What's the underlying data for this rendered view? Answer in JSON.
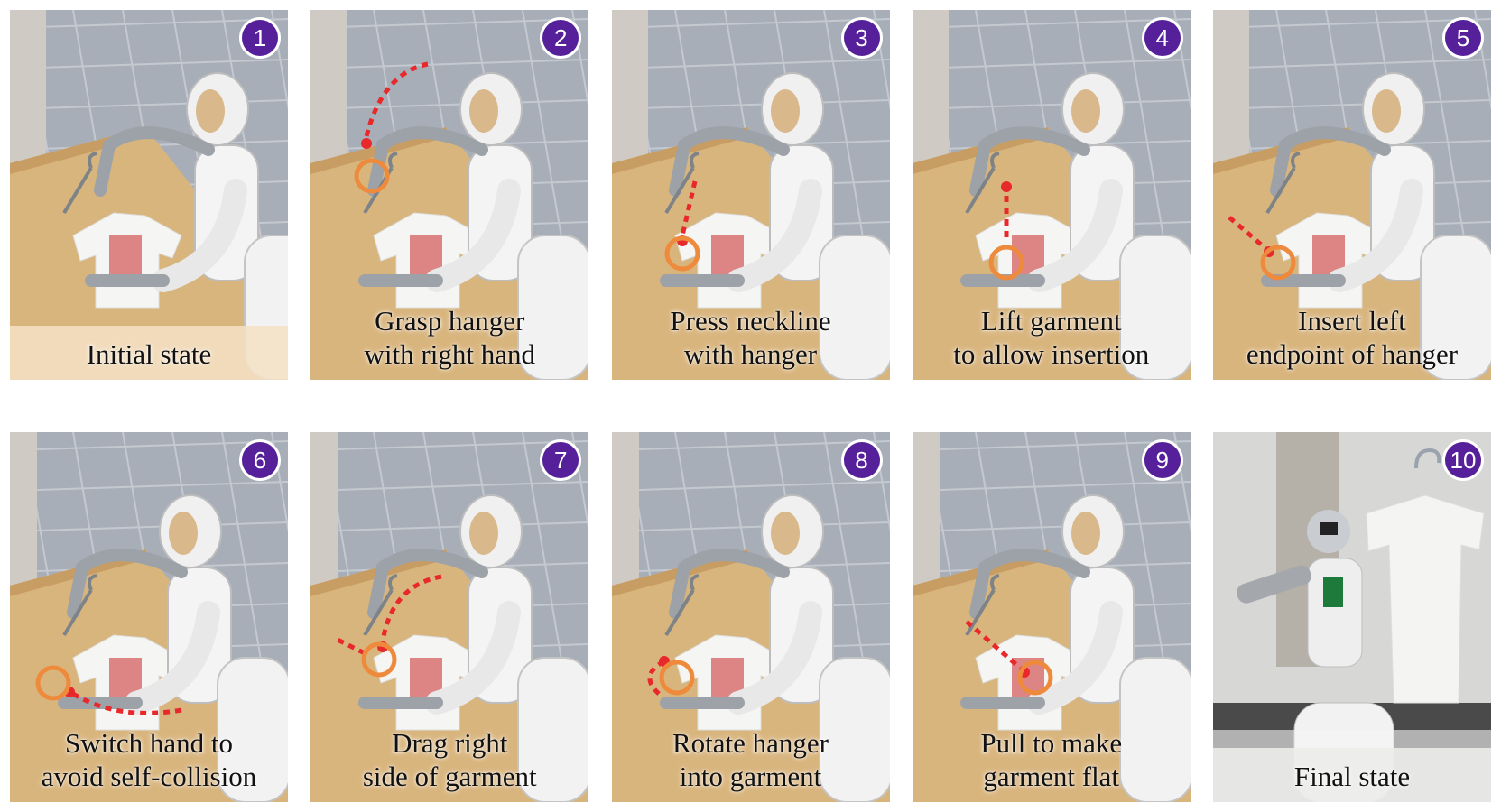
{
  "figure": {
    "panels": [
      {
        "number": "1",
        "lines": [
          "Initial state"
        ]
      },
      {
        "number": "2",
        "lines": [
          "Grasp hanger",
          "with right hand"
        ]
      },
      {
        "number": "3",
        "lines": [
          "Press neckline",
          "with hanger"
        ]
      },
      {
        "number": "4",
        "lines": [
          "Lift garment",
          "to allow insertion"
        ]
      },
      {
        "number": "5",
        "lines": [
          "Insert left",
          "endpoint of hanger"
        ]
      },
      {
        "number": "6",
        "lines": [
          "Switch hand to",
          "avoid self-collision"
        ]
      },
      {
        "number": "7",
        "lines": [
          "Drag right",
          "side of garment"
        ]
      },
      {
        "number": "8",
        "lines": [
          "Rotate hanger",
          "into garment"
        ]
      },
      {
        "number": "9",
        "lines": [
          "Pull to make",
          "garment flat"
        ]
      },
      {
        "number": "10",
        "lines": [
          "Final state"
        ]
      }
    ]
  },
  "colors": {
    "badge": "#55209a",
    "arrow": "#e8282b",
    "circle": "#ee8a3c",
    "table": "#d9b57e",
    "floor": "#a7aeb8"
  }
}
